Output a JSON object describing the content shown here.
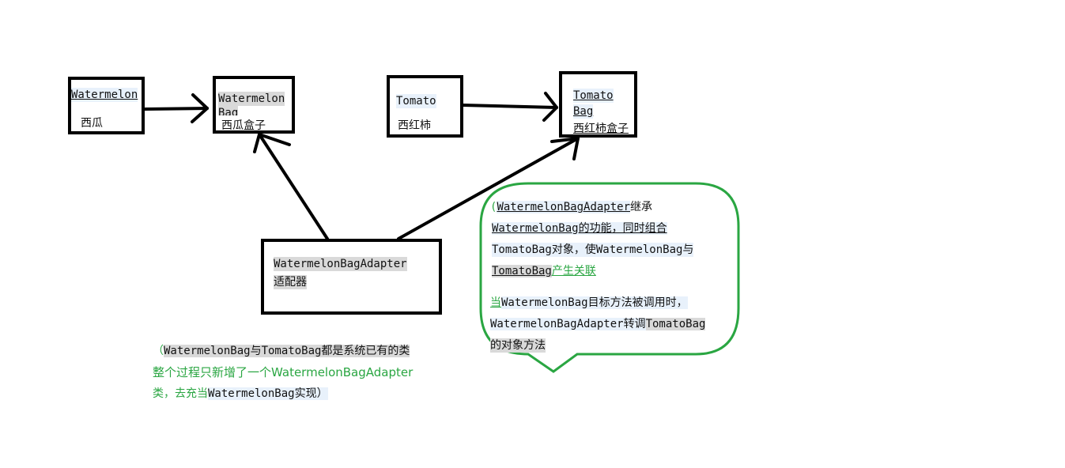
{
  "nodes": {
    "watermelon": {
      "en": "Watermelon",
      "zh": "西瓜"
    },
    "watermelon_bag": {
      "en1": "Watermelon",
      "en2": "Bag",
      "zh": "西瓜盒子"
    },
    "tomato": {
      "en": "Tomato",
      "zh": "西红柿"
    },
    "tomato_bag": {
      "en1": "Tomato",
      "en2": "Bag",
      "zh": "西红柿盒子"
    },
    "adapter": {
      "en": "WatermelonBagAdapter",
      "zh": "适配器"
    }
  },
  "callout": {
    "p1": {
      "l1_open": "(",
      "l1_a": "WatermelonBagAdapter",
      "l1_b": "继承",
      "l2_a": "WatermelonBag",
      "l2_b": "的功能，同时组合",
      "l3": "TomatoBag对象，使WatermelonBag与",
      "l4_a": "TomatoBag",
      "l4_b": "产生关联"
    },
    "p2": {
      "l1_a": "当",
      "l1_b": "WatermelonBag目标方法被调用时，",
      "l2_a": "WatermelonBagAdapter转调",
      "l2_b": "TomatoBag",
      "l3": "的对象方法"
    }
  },
  "note": {
    "l1_a": "（",
    "l1_b": "WatermelonBag与TomatoBag都是系统已有的类",
    "l2": "整个过程只新增了一个WatermelonBagAdapter",
    "l3_a": "类，去充当",
    "l3_b": "WatermelonBag实现）"
  },
  "colors": {
    "stroke": "#000000",
    "callout_border": "#2aa642",
    "note_green": "#2aa642"
  }
}
